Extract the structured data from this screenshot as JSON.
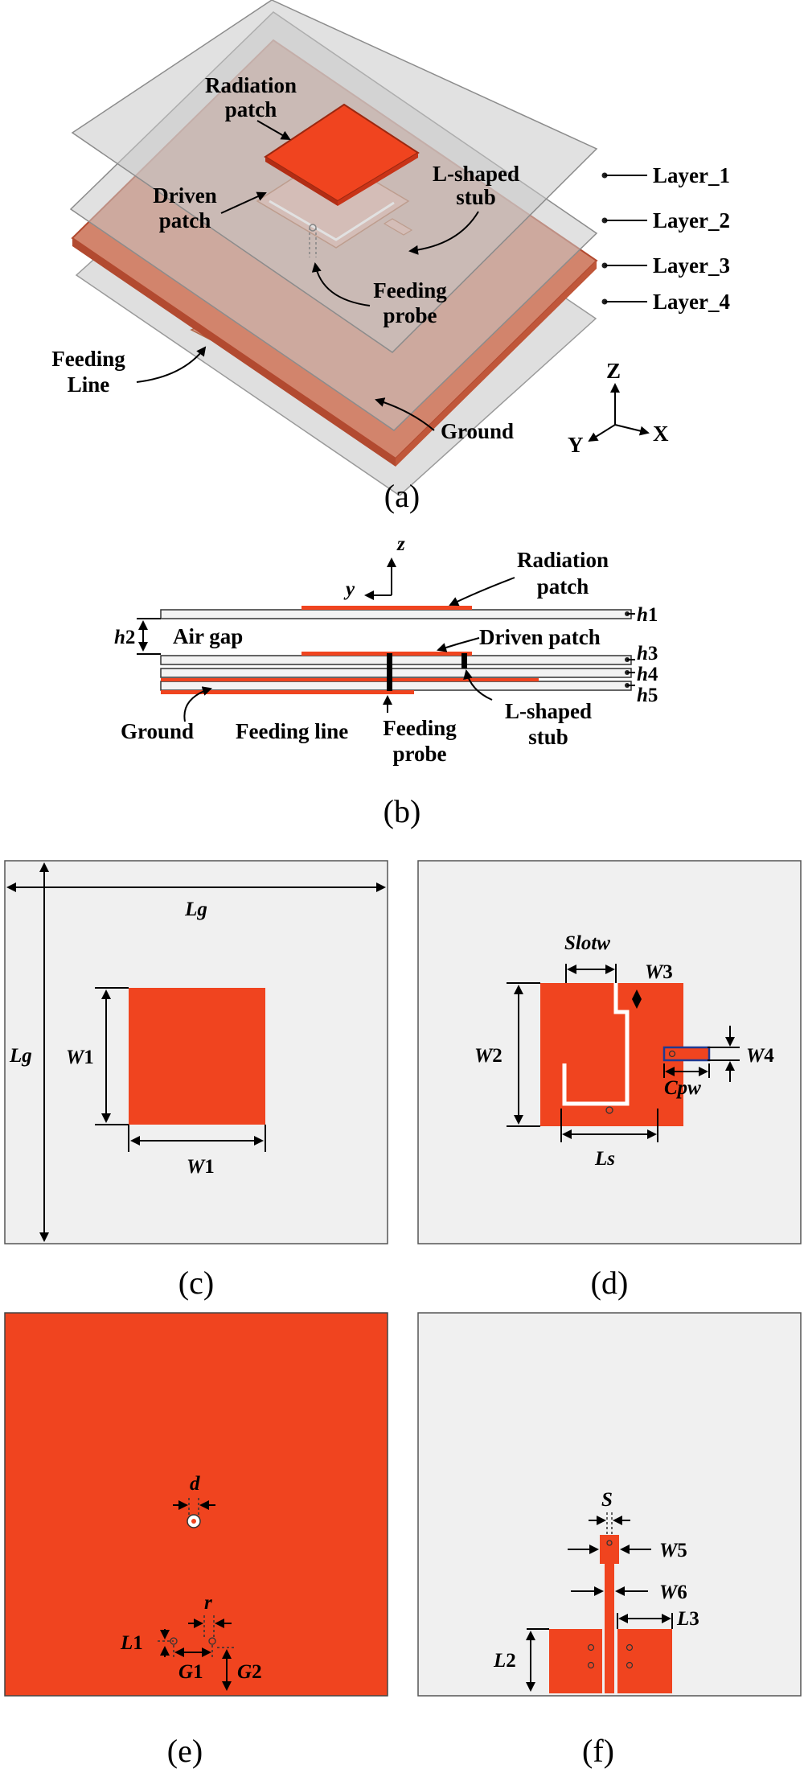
{
  "colors": {
    "copper": "#f0441f",
    "copper_light": "#dca090",
    "board": "#f0f0f0",
    "layer_glass": "#c8c8c8",
    "cpw_box": "#1f3a93"
  },
  "panel_a": {
    "caption": "(a)",
    "labels": {
      "radiation": "Radiation",
      "patch_word": "patch",
      "driven": "Driven",
      "l_shaped": "L-shaped",
      "stub": "stub",
      "feeding": "Feeding",
      "probe": "probe",
      "line": "Line",
      "ground": "Ground"
    },
    "layers": [
      "Layer_1",
      "Layer_2",
      "Layer_3",
      "Layer_4"
    ],
    "axes": {
      "z": "Z",
      "y": "Y",
      "x": "X"
    }
  },
  "panel_b": {
    "caption": "(b)",
    "axes": {
      "z": "z",
      "y": "y"
    },
    "labels": {
      "radiation": "Radiation",
      "patch": "patch",
      "air_gap": "Air gap",
      "driven_patch": "Driven patch",
      "l_shaped": "L-shaped",
      "stub": "stub",
      "ground": "Ground",
      "feeding_line": "Feeding line",
      "feeding": "Feeding",
      "probe": "probe"
    },
    "heights": {
      "h1": {
        "sym": "h",
        "sub": "1"
      },
      "h2": {
        "sym": "h",
        "sub": "2"
      },
      "h3": {
        "sym": "h",
        "sub": "3"
      },
      "h4": {
        "sym": "h",
        "sub": "4"
      },
      "h5": {
        "sym": "h",
        "sub": "5"
      }
    }
  },
  "panel_c": {
    "caption": "(c)",
    "dims": {
      "lg_top": "Lg",
      "lg_left": "Lg",
      "w1_side": {
        "sym": "W",
        "sub": "1"
      },
      "w1_bottom": {
        "sym": "W",
        "sub": "1"
      }
    }
  },
  "panel_d": {
    "caption": "(d)",
    "dims": {
      "slotw": "Slotw",
      "w3": {
        "sym": "W",
        "sub": "3"
      },
      "w4": {
        "sym": "W",
        "sub": "4"
      },
      "w2": {
        "sym": "W",
        "sub": "2"
      },
      "cpw": "Cpw",
      "ls": "Ls"
    }
  },
  "panel_e": {
    "caption": "(e)",
    "dims": {
      "d": "d",
      "r": "r",
      "l1": {
        "sym": "L",
        "sub": "1"
      },
      "g1": {
        "sym": "G",
        "sub": "1"
      },
      "g2": {
        "sym": "G",
        "sub": "2"
      }
    }
  },
  "panel_f": {
    "caption": "(f)",
    "dims": {
      "s": "S",
      "w5": {
        "sym": "W",
        "sub": "5"
      },
      "w6": {
        "sym": "W",
        "sub": "6"
      },
      "l2": {
        "sym": "L",
        "sub": "2"
      },
      "l3": {
        "sym": "L",
        "sub": "3"
      }
    }
  }
}
